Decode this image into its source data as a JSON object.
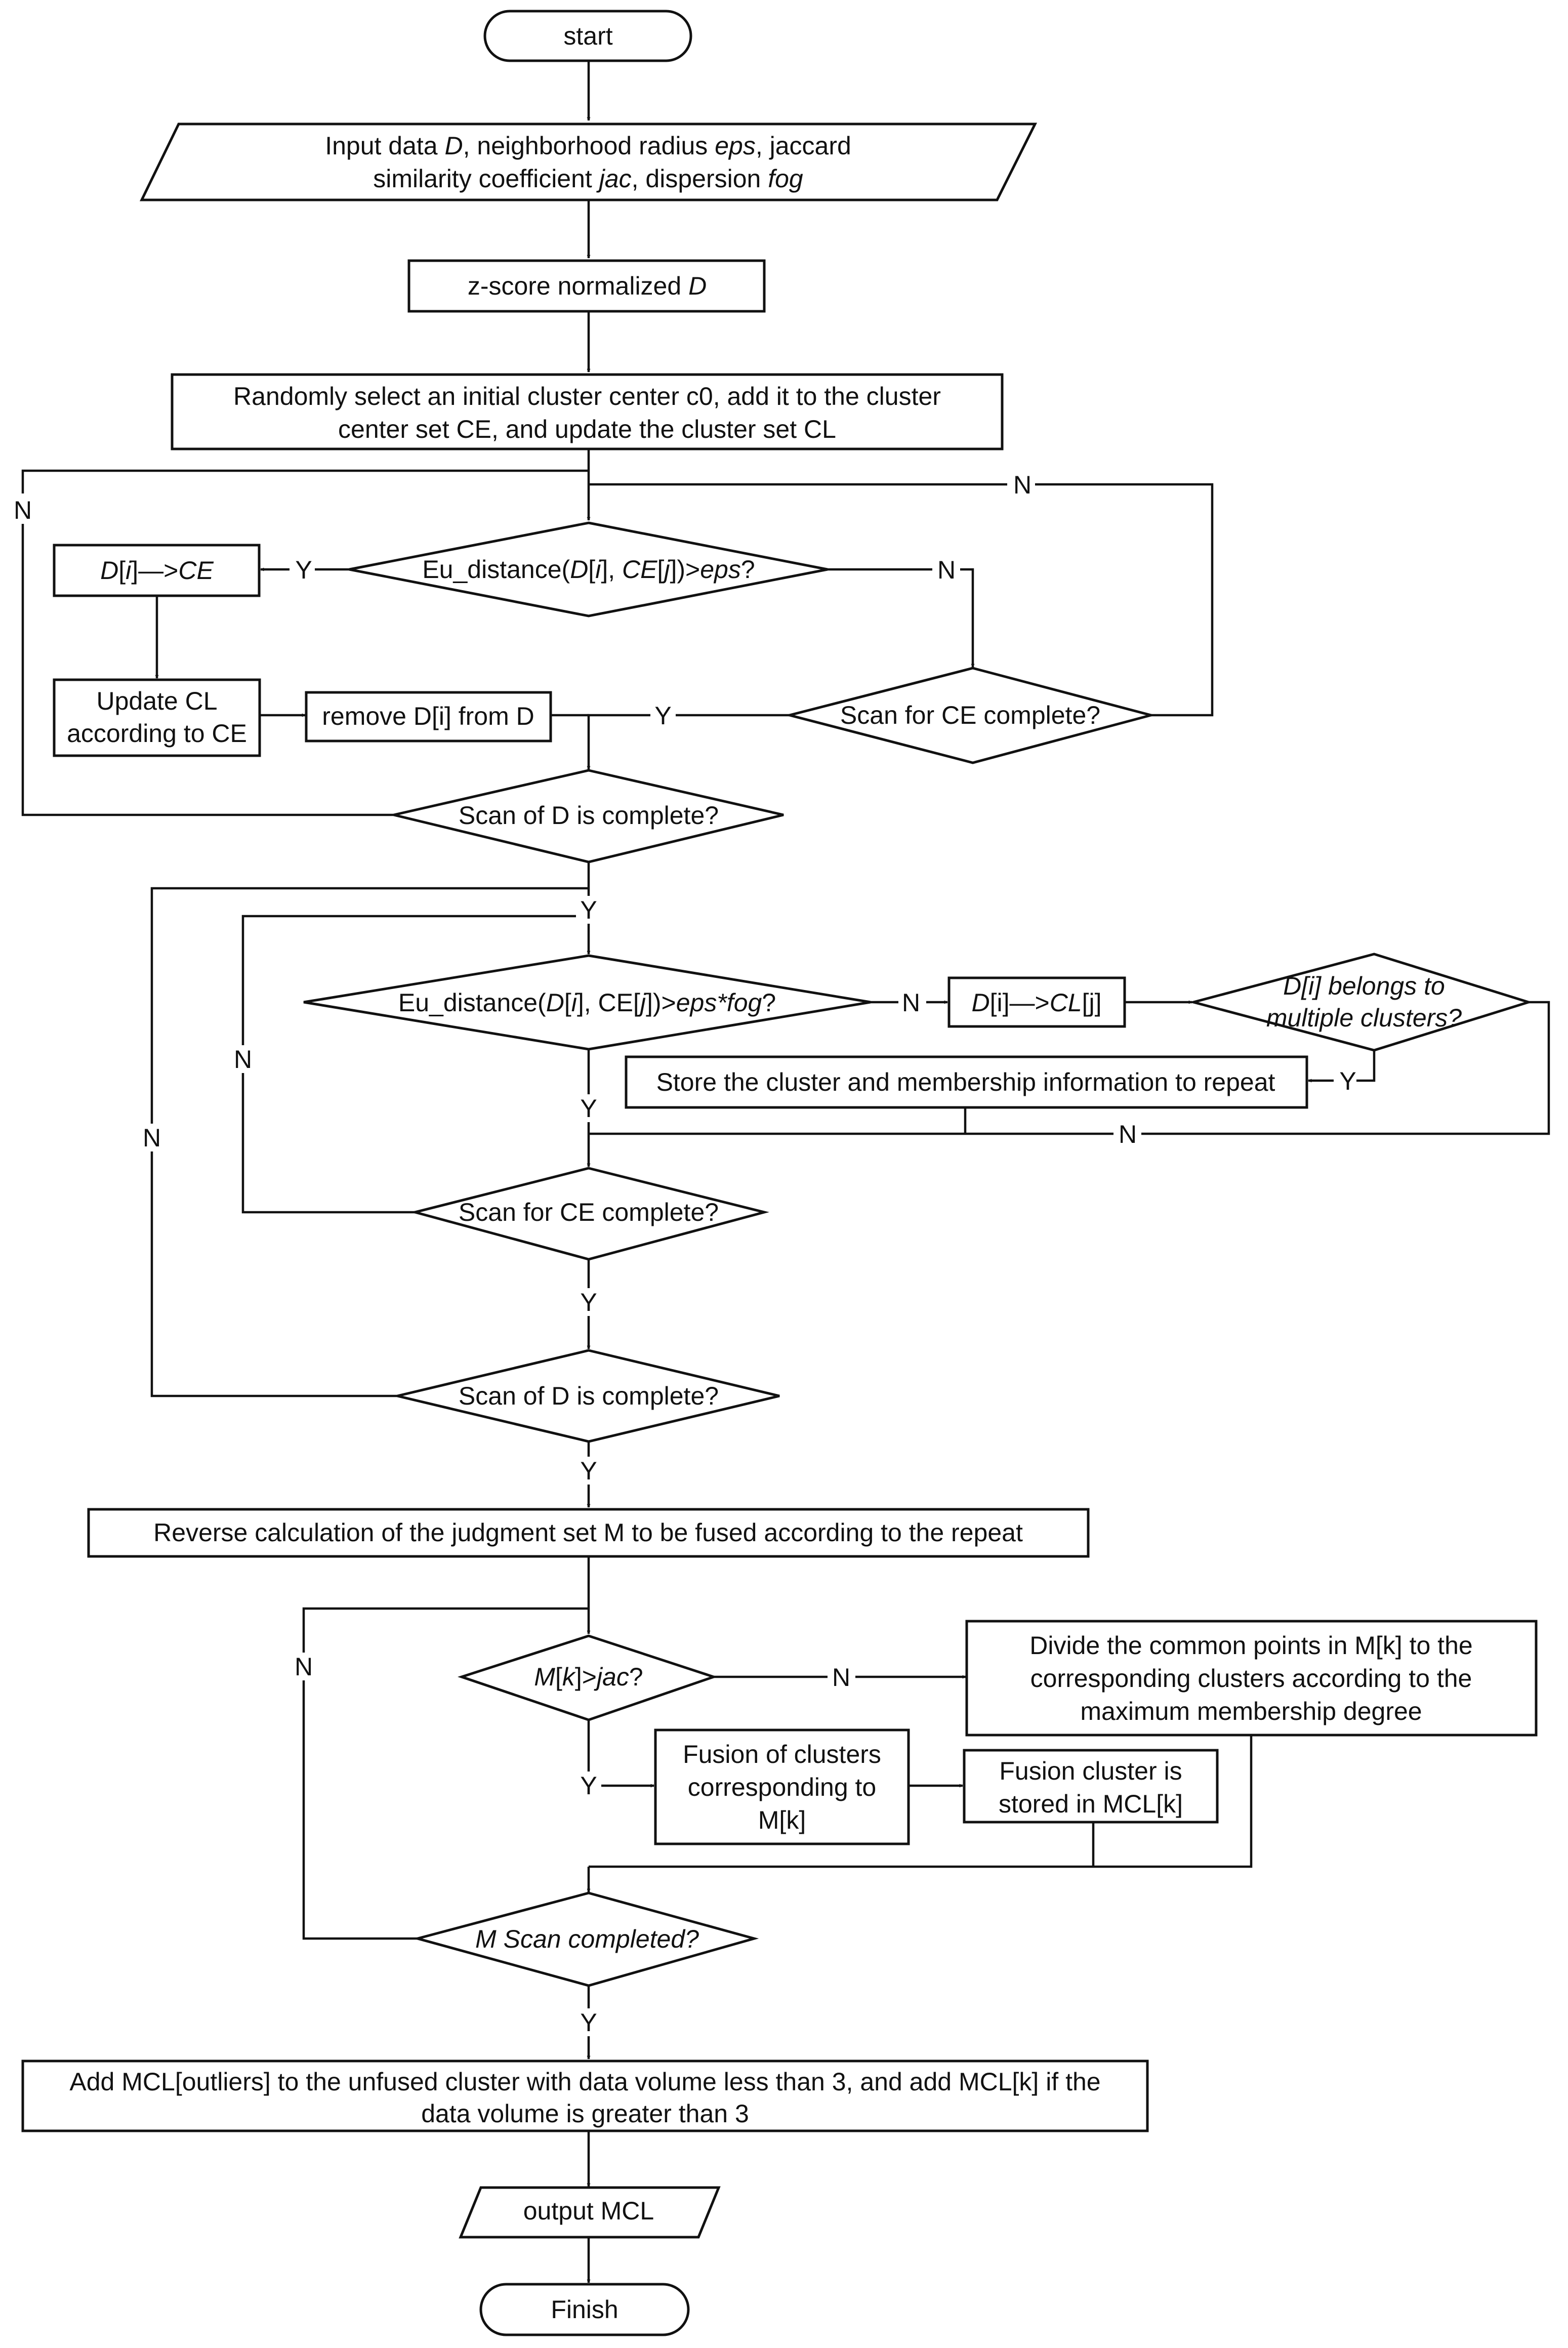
{
  "diagram": {
    "start": "start",
    "input": {
      "line1": [
        "Input data ",
        "D",
        ", neighborhood radius ",
        "eps",
        ", jaccard"
      ],
      "line2": [
        "similarity coefficient ",
        "jac",
        ", dispersion ",
        "fog"
      ]
    },
    "normalize": [
      "z-score normalized ",
      "D"
    ],
    "init": {
      "line1": "Randomly select an initial cluster center c0, add it to the cluster",
      "line2": "center set CE, and update the cluster set CL"
    },
    "diamond1": [
      "Eu_distance(",
      "D",
      "[",
      "i",
      "], ",
      "CE",
      "[",
      "j",
      "])>",
      "eps",
      "?"
    ],
    "assign_ce": [
      "D",
      "[",
      "i",
      "]",
      "—>",
      "CE"
    ],
    "update_cl": {
      "line1": "Update CL",
      "line2": "according to CE"
    },
    "remove": "remove D[i] from D",
    "scan_ce_1": "Scan for CE complete?",
    "scan_d_1": "Scan of D is complete?",
    "diamond2": [
      "Eu_distance(",
      "D",
      "[",
      "i",
      "], CE[",
      "j",
      "])>",
      "eps*fog",
      "?"
    ],
    "assign_cl": [
      "D",
      "[i]",
      "—>",
      "CL",
      "[j]"
    ],
    "multi": {
      "line1": "D[i] belongs to",
      "line2": "multiple clusters?"
    },
    "store": "Store the cluster and membership information to repeat",
    "scan_ce_2": "Scan for CE complete?",
    "scan_d_2": "Scan of D is complete?",
    "reverse": "Reverse calculation of the judgment set M to be fused according to the repeat",
    "mk": [
      "M",
      "[",
      "k",
      "]>",
      "jac",
      "?"
    ],
    "divide": {
      "line1": "Divide the common points in M[k] to the",
      "line2": "corresponding clusters according to the",
      "line3": "maximum membership degree"
    },
    "fusion": {
      "line1": "Fusion of clusters",
      "line2": "corresponding to",
      "line3": "M[k]"
    },
    "stored": {
      "line1": "Fusion cluster is",
      "line2": "stored in MCL[k]"
    },
    "mscan": "M Scan completed?",
    "add": {
      "line1": "Add MCL[outliers] to the unfused cluster with data volume less than 3, and add MCL[k] if the",
      "line2": "data volume is greater than 3"
    },
    "output": "output MCL",
    "finish": "Finish",
    "yes": "Y",
    "no": "N"
  }
}
